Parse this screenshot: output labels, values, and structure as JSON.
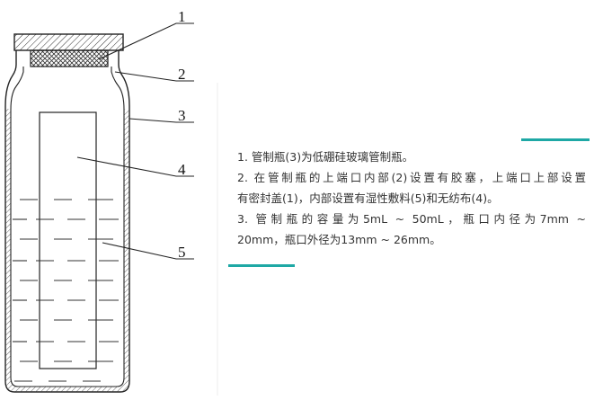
{
  "diagram": {
    "callouts": [
      "1",
      "2",
      "3",
      "4",
      "5"
    ]
  },
  "notes": [
    "1. 管制瓶(3)为低硼硅玻璃管制瓶。",
    "2. 在管制瓶的上端口内部(2)设置有胶塞，上端口上部设置",
    "有密封盖(1)，内部设置有湿性敷料(5)和无纺布(4)。",
    "3. 管制瓶的容量为5mL ~ 50mL，瓶口内径为7mm ~",
    "20mm，瓶口外径为13mm ~ 26mm。"
  ],
  "colors": {
    "accent": "#1ea8a5",
    "text": "#333333"
  }
}
